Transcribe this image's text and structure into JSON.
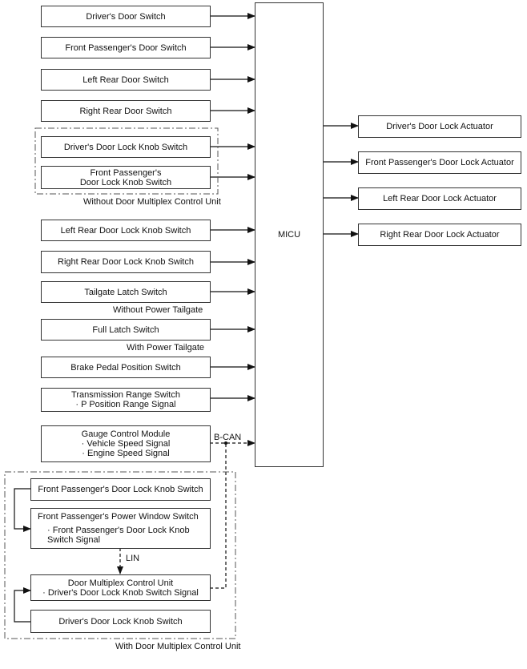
{
  "inputs": {
    "drivers_door_switch": "Driver's Door Switch",
    "front_passengers_door_switch": "Front Passenger's Door Switch",
    "left_rear_door_switch": "Left Rear Door Switch",
    "right_rear_door_switch": "Right Rear Door Switch",
    "drivers_door_lock_knob_switch": "Driver's Door Lock Knob Switch",
    "front_passengers_door_lock_knob_switch_line1": "Front Passenger's",
    "front_passengers_door_lock_knob_switch_line2": "Door Lock Knob Switch",
    "left_rear_door_lock_knob_switch": "Left Rear Door Lock Knob Switch",
    "right_rear_door_lock_knob_switch": "Right Rear Door Lock Knob Switch",
    "tailgate_latch_switch": "Tailgate Latch Switch",
    "full_latch_switch": "Full Latch Switch",
    "brake_pedal_position_switch": "Brake Pedal Position Switch",
    "transmission_range_switch_title": "Transmission Range Switch",
    "transmission_range_switch_item": "· P Position Range Signal",
    "gauge_control_module_title": "Gauge Control Module",
    "gauge_control_module_item1": "· Vehicle Speed Signal",
    "gauge_control_module_item2": "· Engine Speed Signal"
  },
  "group_labels": {
    "without_door_multiplex": "Without Door Multiplex Control Unit",
    "without_power_tailgate": "Without Power Tailgate",
    "with_power_tailgate": "With Power Tailgate",
    "with_door_multiplex": "With Door Multiplex Control Unit"
  },
  "micu": {
    "label": "MICU"
  },
  "outputs": {
    "drivers_door_lock_actuator": "Driver's Door Lock Actuator",
    "front_passengers_door_lock_actuator": "Front Passenger's Door Lock Actuator",
    "left_rear_door_lock_actuator": "Left Rear Door Lock Actuator",
    "right_rear_door_lock_actuator": "Right Rear Door Lock Actuator"
  },
  "multiplex_group": {
    "fp_door_lock_knob_switch": "Front Passenger's Door Lock Knob Switch",
    "fp_power_window_switch_title": "Front Passenger's Power Window Switch",
    "fp_power_window_switch_item1": "· Front Passenger's Door Lock Knob",
    "fp_power_window_switch_item2": "Switch Signal",
    "door_multiplex_unit_title": "Door Multiplex Control Unit",
    "door_multiplex_unit_item": "· Driver's Door Lock Knob Switch Signal",
    "drivers_door_lock_knob_switch": "Driver's Door Lock Knob Switch"
  },
  "bus_labels": {
    "bcan": "B-CAN",
    "lin": "LIN"
  }
}
